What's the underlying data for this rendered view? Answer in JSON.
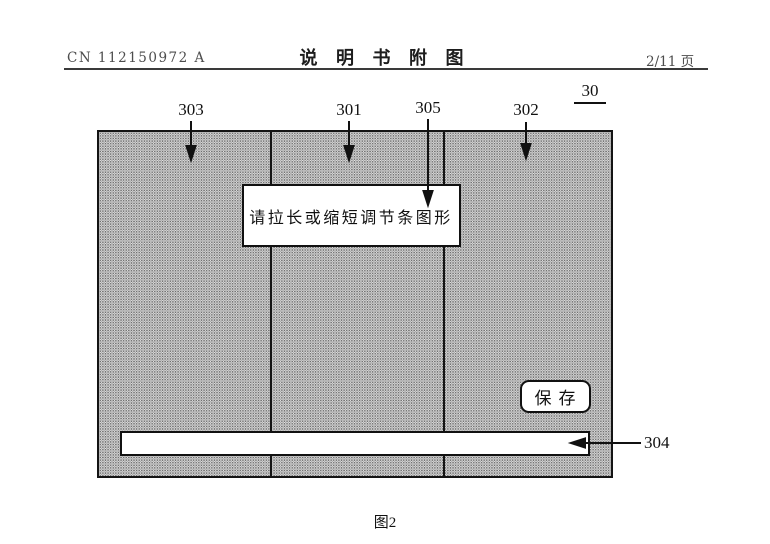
{
  "header": {
    "patent_number": "CN 112150972 A",
    "title": "说  明  书  附  图",
    "page_indicator": "2/11 页"
  },
  "figure": {
    "overall_ref": "30",
    "labels": {
      "left_region": "303",
      "middle_region": "301",
      "message_box": "305",
      "right_region": "302",
      "adjust_bar": "304"
    },
    "message_box_text": "请拉长或缩短调节条图形",
    "save_button_label": "保存",
    "caption": "图2"
  }
}
